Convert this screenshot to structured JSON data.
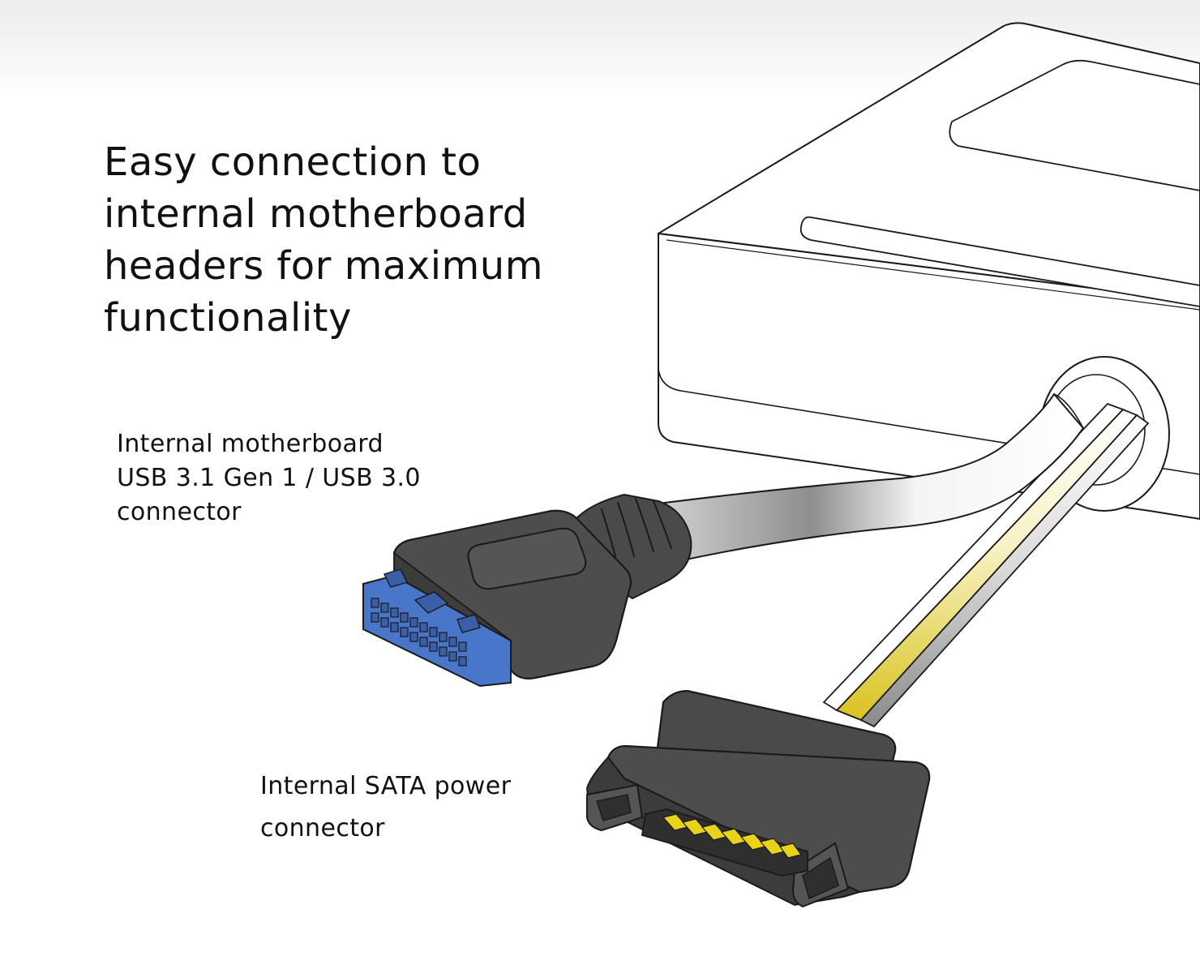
{
  "headline": {
    "lines": [
      "Easy connection to",
      "internal motherboard",
      "headers for maximum",
      "functionality"
    ]
  },
  "callouts": {
    "usb": {
      "lines": [
        "Internal motherboard",
        "USB 3.1 Gen 1 / USB 3.0",
        "connector"
      ]
    },
    "sata": {
      "lines": [
        "Internal SATA power",
        "connector"
      ]
    }
  },
  "colors": {
    "background": "#ffffff",
    "text": "#111111",
    "outline": "#1a1a1a",
    "connector_body": "#4a4a4a",
    "usb_socket_blue": "#4a76c9",
    "sata_pin_yellow": "#e8d21a",
    "cable_gray": "#d6d6d6",
    "wire_yellow": "#d9c21e"
  }
}
